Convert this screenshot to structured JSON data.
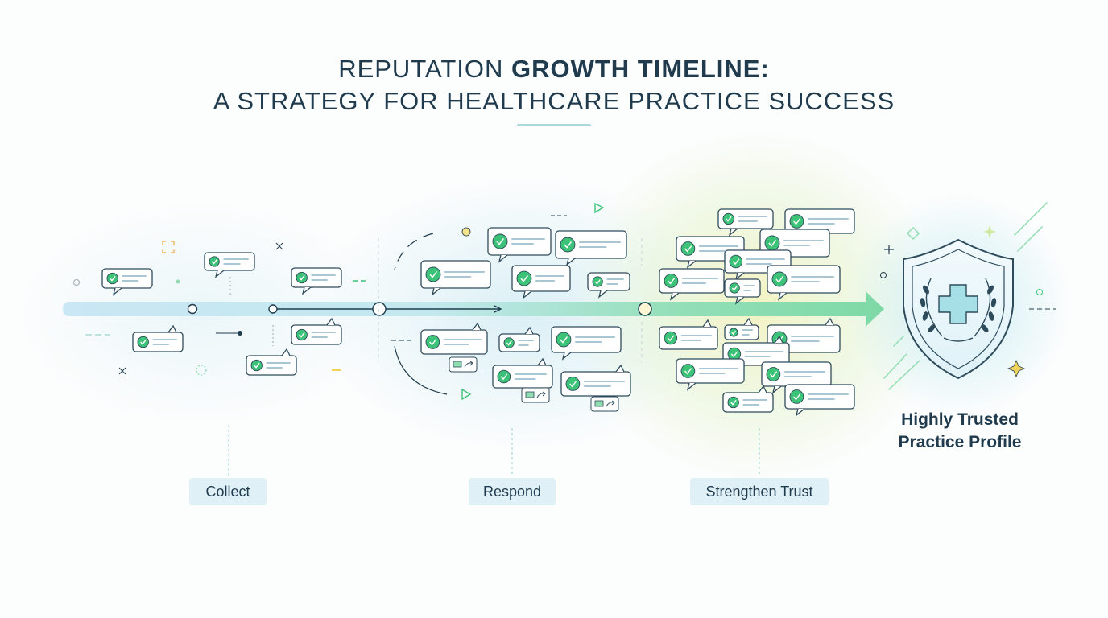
{
  "title": {
    "line1_prefix": "REPUTATION ",
    "line1_bold": "GROWTH TIMELINE:",
    "line2": "A STRATEGY FOR HEALTHCARE PRACTICE SUCCESS"
  },
  "stages": [
    {
      "label": "Collect"
    },
    {
      "label": "Respond"
    },
    {
      "label": "Strengthen Trust"
    }
  ],
  "final_label": {
    "line1": "Highly Trusted",
    "line2": "Practice Profile"
  },
  "icons": {
    "review": "review-check-icon",
    "reply": "reply-icon",
    "shield": "medical-shield-icon"
  },
  "colors": {
    "text": "#1f3b4d",
    "green": "#3cc377",
    "teal": "#a8dcd8",
    "bar_blue": "#c8e6f2",
    "bar_green": "#8fdcb0",
    "yellow_glow": "#f6f1b9",
    "pill_bg": "#dff0f7",
    "line": "#1f3b4d"
  }
}
